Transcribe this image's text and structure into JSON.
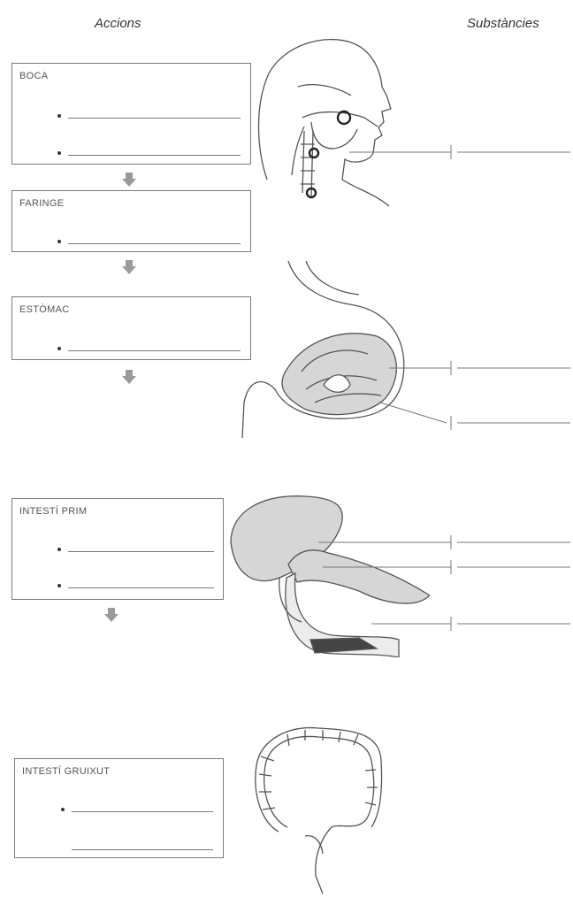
{
  "headers": {
    "actions": "Accions",
    "substances": "Substàncies"
  },
  "sections": [
    {
      "title": "BOCA",
      "blanks": 2
    },
    {
      "title": "FARINGE",
      "blanks": 1
    },
    {
      "title": "ESTÒMAC",
      "blanks": 1
    },
    {
      "title": "INTESTÍ PRIM",
      "blanks": 2
    },
    {
      "title": "INTESTÍ GRUIXUT",
      "blanks": 2
    }
  ],
  "colors": {
    "stroke": "#555555",
    "arrow": "#9a9a9a",
    "organ_fill": "#d6d6d6"
  },
  "icons": [
    "head-profile-icon",
    "stomach-icon",
    "liver-pancreas-icon",
    "large-intestine-icon",
    "down-arrow-icon"
  ]
}
